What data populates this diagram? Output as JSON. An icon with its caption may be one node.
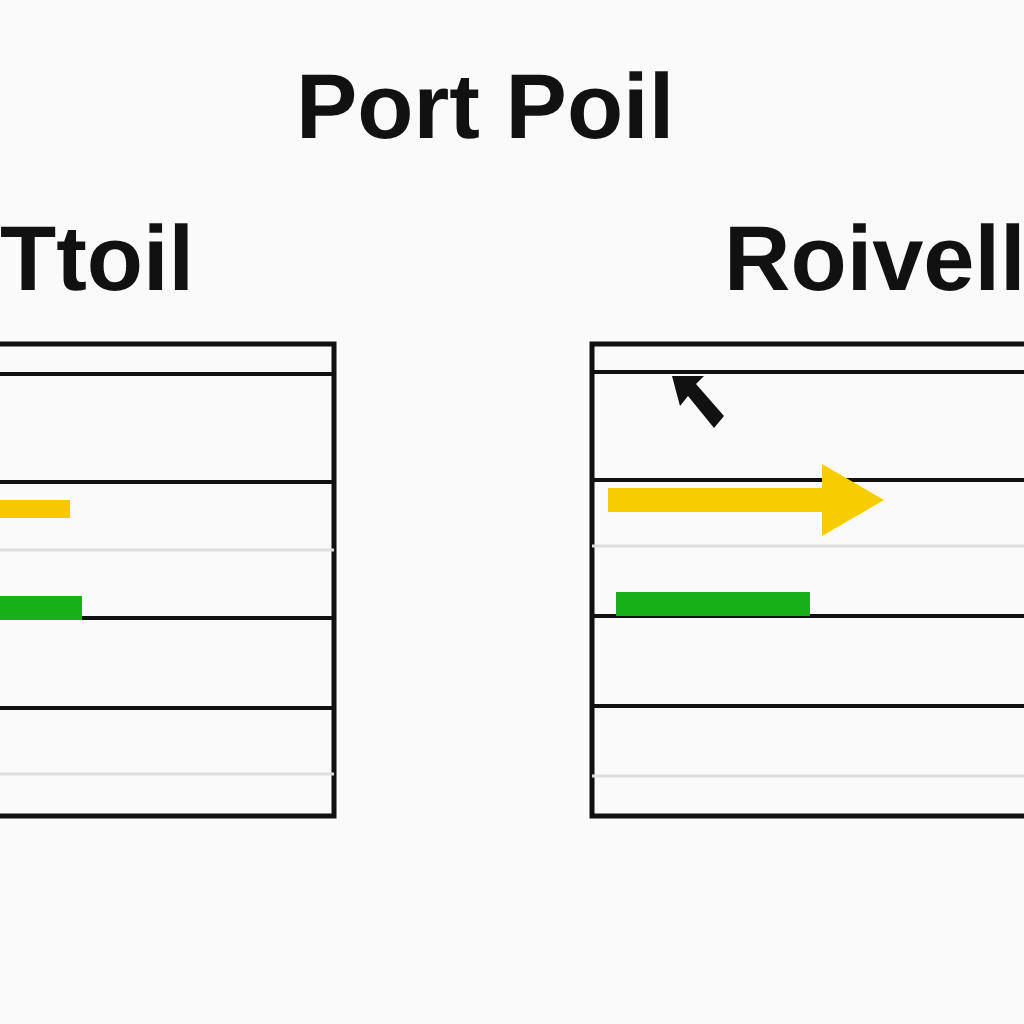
{
  "diagram": {
    "title": "Port Poil",
    "labels": [
      "Ttoil",
      "Roivell"
    ]
  }
}
